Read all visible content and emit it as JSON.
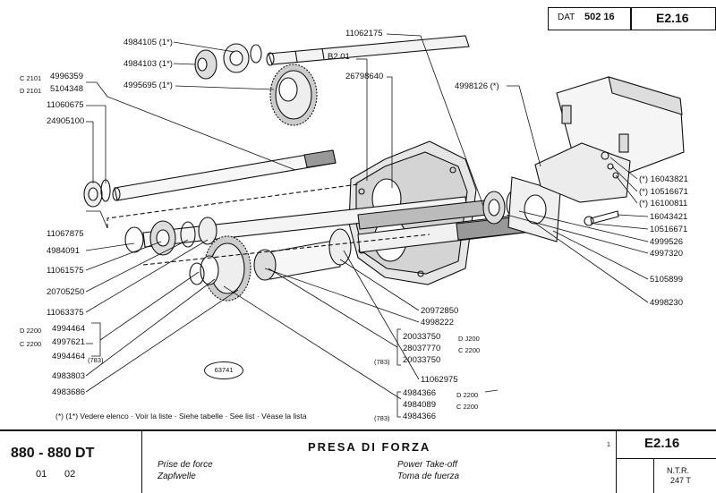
{
  "header": {
    "dat_label": "DAT",
    "dat_value": "502 16",
    "sheet_code": "E2.16"
  },
  "labels": {
    "p4984105": "4984105 (1*)",
    "p4984103": "4984103 (1*)",
    "p4995695": "4995695 (1*)",
    "c2101": "C 2101",
    "p4996359": "4996359",
    "d2101": "D 2101",
    "p5104348": "5104348",
    "p11060675": "11060675",
    "p24905100": "24905100",
    "p11062175": "11062175",
    "b201": "B2.01",
    "p26798640": "26798640",
    "p4998126": "4998126 (*)",
    "p16043821": "(*) 16043821",
    "p10516671a": "(*) 10516671",
    "p16100811": "(*) 16100811",
    "p16043421": "16043421",
    "p10516671b": "10516671",
    "p4999526": "4999526",
    "p4997320": "4997320",
    "p5105899": "5105899",
    "p4998230": "4998230",
    "p11067875": "11067875",
    "p4984091": "4984091",
    "p11061575": "11061575",
    "p20705250": "20705250",
    "p11063375": "11063375",
    "d2200a": "D 2200",
    "p4994464a": "4994464",
    "c2200a": "C 2200",
    "p4997621": "4997621",
    "p4994464b": "4994464",
    "ref783a": "(783)",
    "p4983803": "4983803",
    "p4983686": "4983686",
    "p20972850": "20972850",
    "p4998222": "4998222",
    "p20033750a": "20033750",
    "j2200": "D J200",
    "p28037770": "28037770",
    "c2200b": "C 2200",
    "ref783b": "(783)",
    "p20033750b": "20033750",
    "p11062975": "11062975",
    "p4984366a": "4984366",
    "d2200b": "D 2200",
    "p4984089": "4984089",
    "c2200c": "C 2200",
    "ref783c": "(783)",
    "p4984366b": "4984366",
    "footnote": "(*) (1*) Vedere elenco · Voir la liste · Siehe tabelle · See list · Véase la lista",
    "oval_ref": "63741"
  },
  "title_block": {
    "model": "880 - 880 DT",
    "rev_a": "01",
    "rev_b": "02",
    "title_it": "PRESA DI FORZA",
    "title_fr": "Prise de force",
    "title_de": "Zapfwelle",
    "title_en": "Power Take-off",
    "title_es": "Toma de fuerza",
    "small_mark": "1",
    "code": "E2.16",
    "ntr": "N.T.R.",
    "ntr_value": "247 T"
  }
}
